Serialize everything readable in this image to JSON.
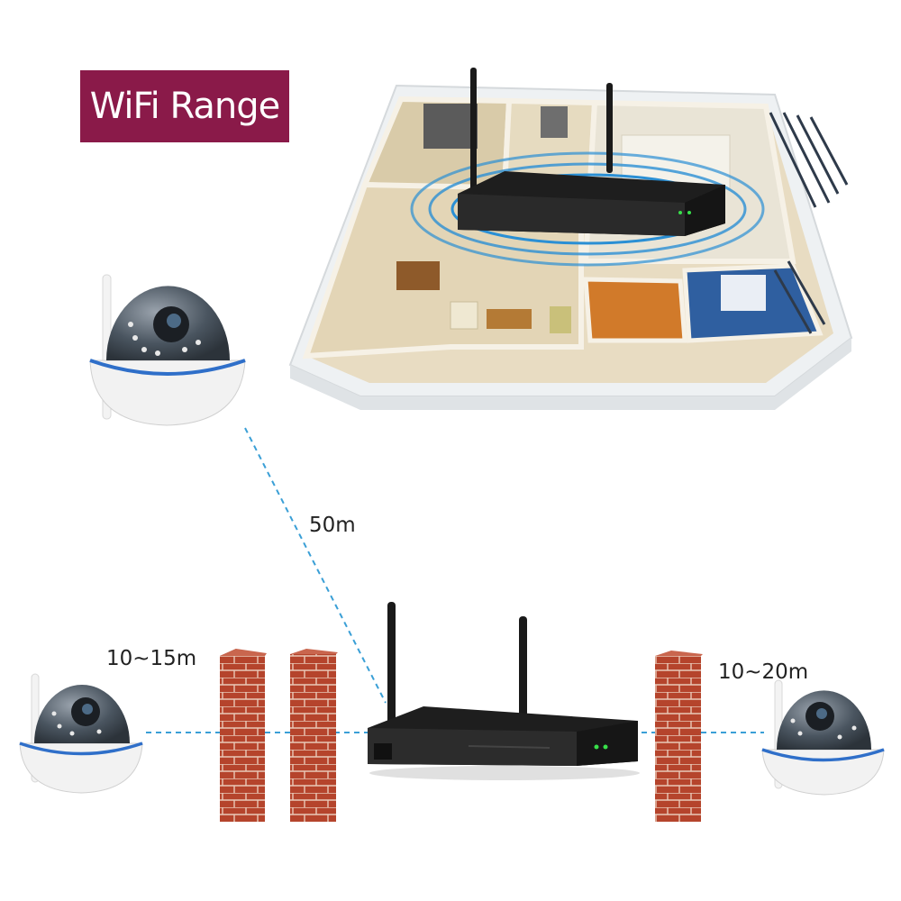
{
  "title": {
    "text": "WiFi Range",
    "background": "#8a1a49",
    "color": "#ffffff"
  },
  "distances": {
    "diagonal": "50m",
    "left": "10~15m",
    "right": "10~20m"
  },
  "colors": {
    "link_line": "#3a9fd6",
    "wifi_rings": "#2a8fd4",
    "brick": "#b5442c",
    "nvr_body": "#1e1e1e",
    "camera_body": "#f2f2f2",
    "camera_ring": "#2f6fc9",
    "led": "#38e04a"
  },
  "icons": {
    "nvr": "nvr-router-icon",
    "camera": "dome-camera-icon",
    "wall": "brick-wall-icon",
    "house": "house-floorplan-icon"
  }
}
